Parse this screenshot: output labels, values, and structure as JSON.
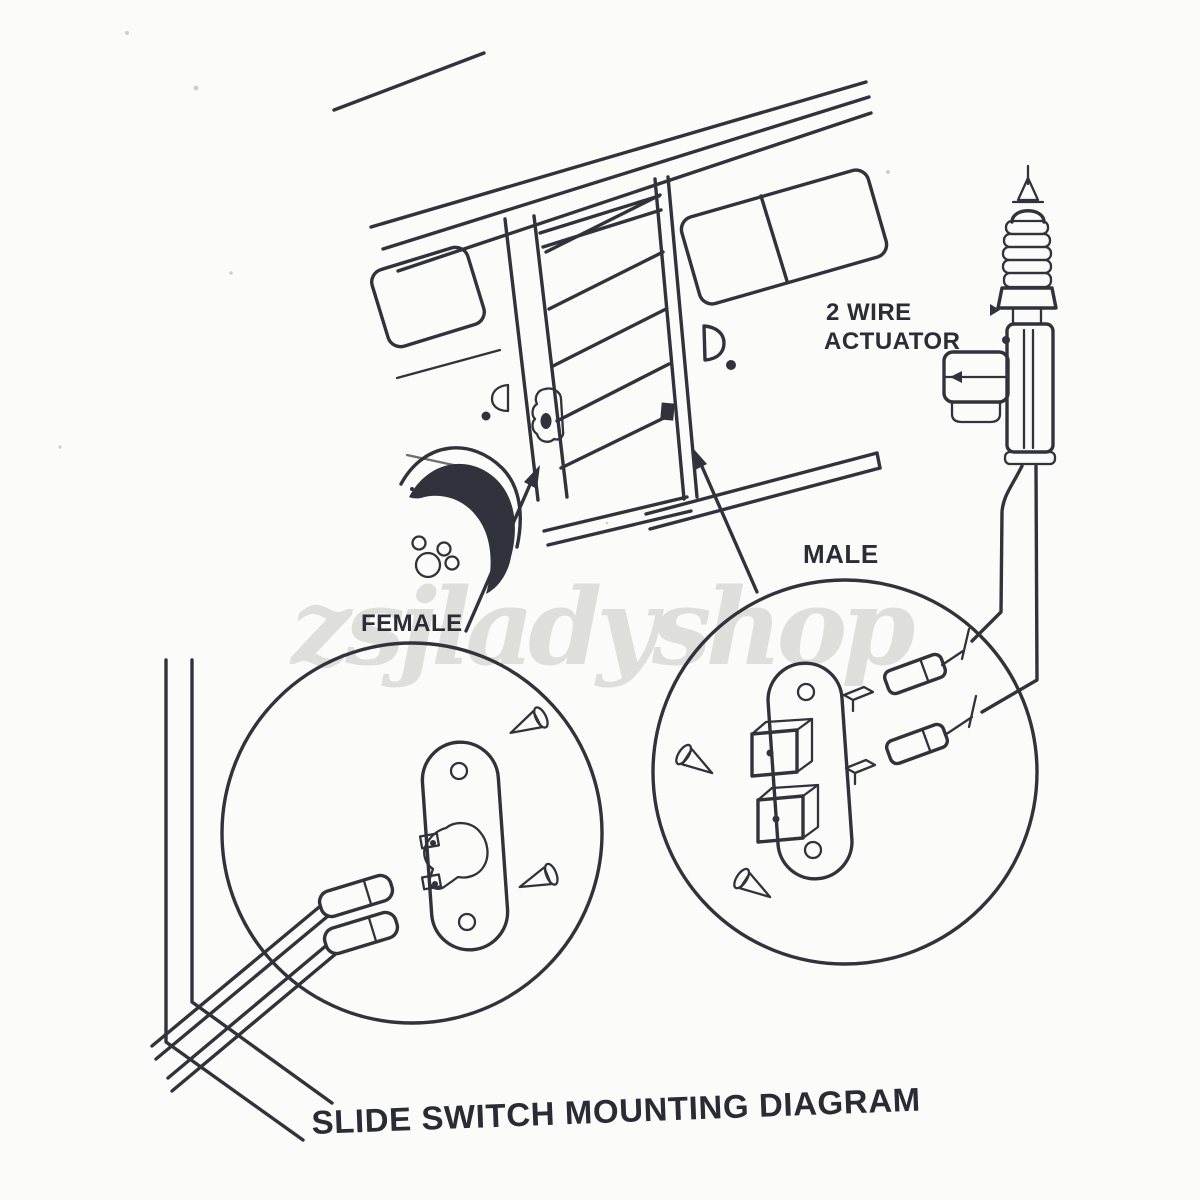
{
  "title": "SLIDE SWITCH MOUNTING DIAGRAM",
  "watermark": "zsjladyshop",
  "callouts": {
    "actuator": {
      "line1": "2 WIRE",
      "line2": "ACTUATOR"
    },
    "male_connector": "MALE",
    "female_connector": "FEMALE"
  },
  "colors": {
    "ink": "#32323c",
    "paper": "#fbfbf9",
    "dark_fill": "#32323c",
    "watermark": "#dadad6"
  }
}
